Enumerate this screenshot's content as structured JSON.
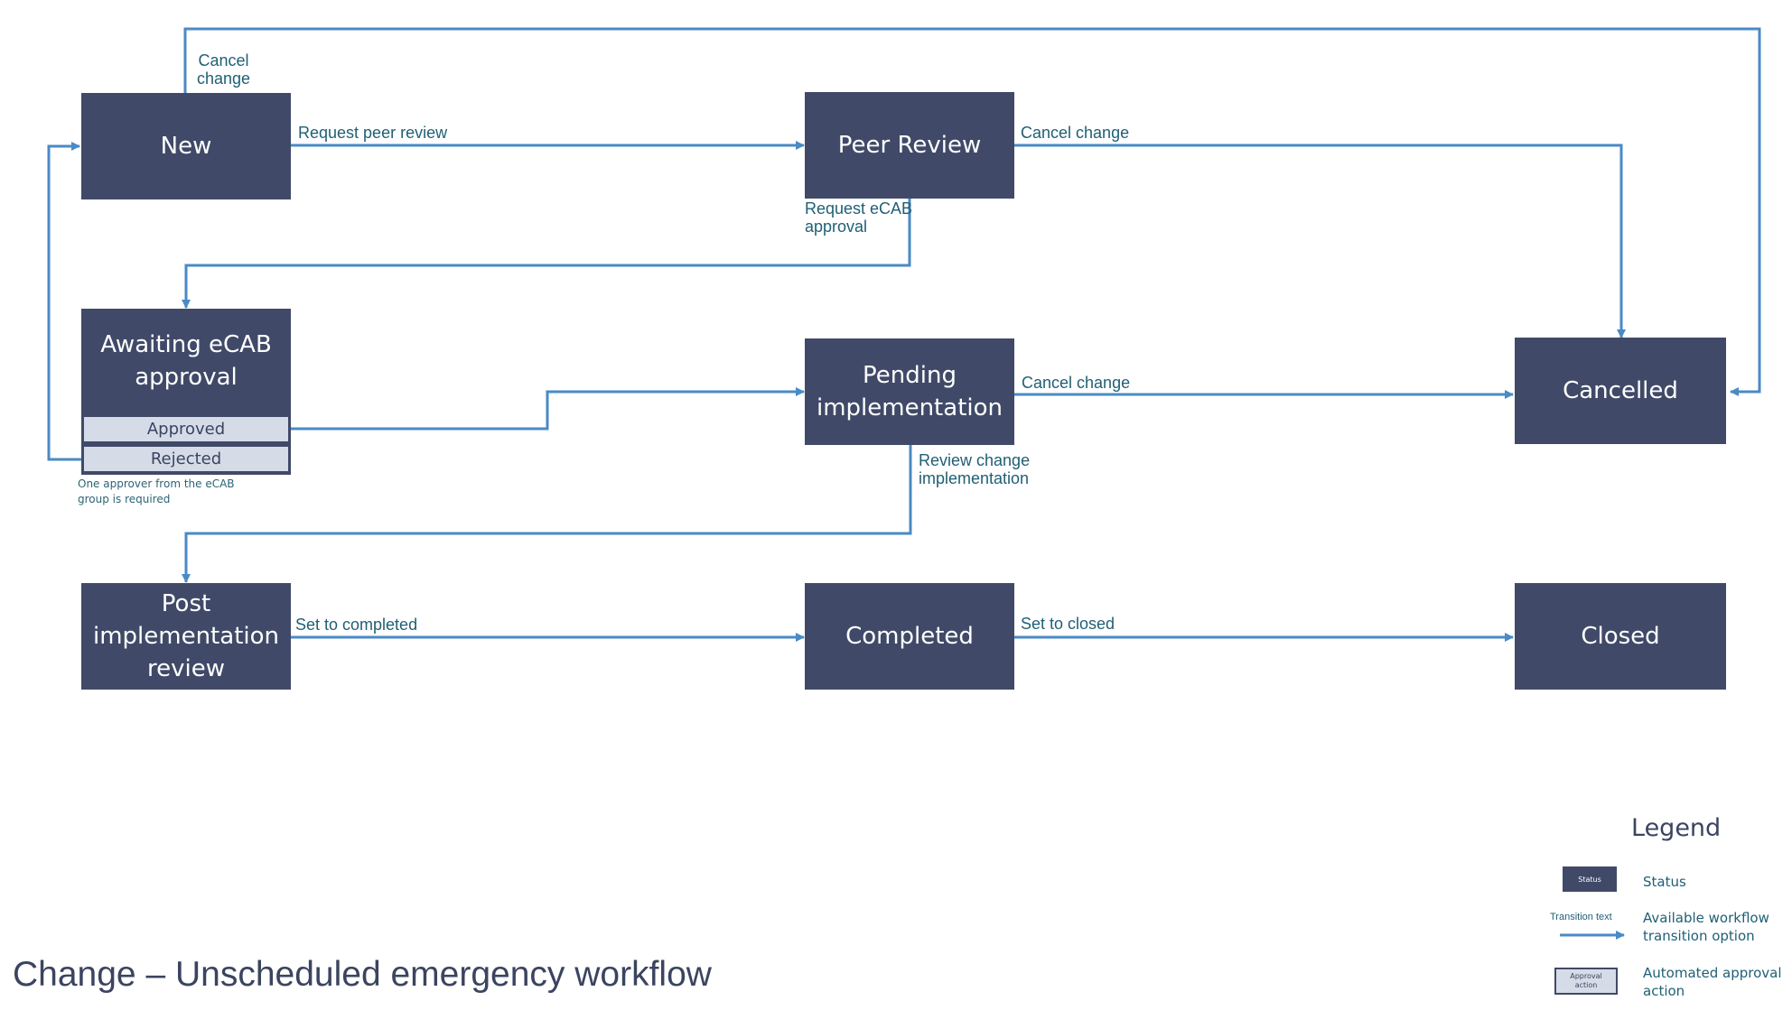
{
  "title": "Change – Unscheduled emergency workflow",
  "statuses": {
    "new": "New",
    "peer_review": "Peer Review",
    "awaiting_ecab": "Awaiting eCAB\napproval",
    "pending_implementation": "Pending\nimplementation",
    "cancelled": "Cancelled",
    "post_implementation_review": "Post\nimplementation\nreview",
    "completed": "Completed",
    "closed": "Closed"
  },
  "approval_actions": {
    "approved": "Approved",
    "rejected": "Rejected"
  },
  "note": "One approver from the eCAB\ngroup is required",
  "transitions": {
    "new_cancel": "Cancel\nchange",
    "request_peer_review": "Request peer review",
    "peer_cancel": "Cancel change",
    "request_ecab": "Request eCAB\napproval",
    "pending_cancel": "Cancel change",
    "review_change": "Review change\nimplementation",
    "set_completed": "Set to completed",
    "set_closed": "Set to closed"
  },
  "legend": {
    "title": "Legend",
    "status_swatch": "Status",
    "status_desc": "Status",
    "transition_text": "Transition text",
    "transition_desc": "Available workflow\ntransition option",
    "approval_swatch": "Approval\naction",
    "approval_desc": "Automated approval\naction"
  },
  "colors": {
    "status_fill": "#404a68",
    "approval_fill": "#d5dce8",
    "arrow": "#4a8ac6",
    "label_text": "#1f5f75"
  }
}
